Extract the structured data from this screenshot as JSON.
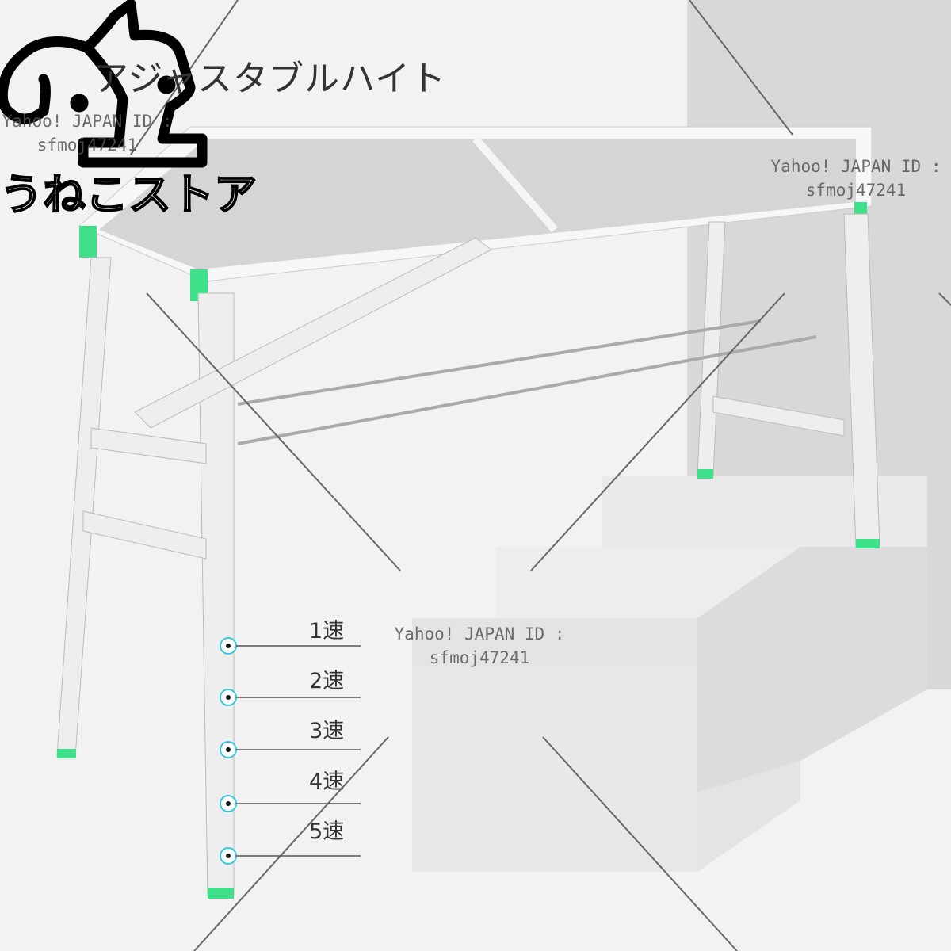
{
  "header": {
    "title": "アジャスタブルハイト"
  },
  "logo": {
    "text": "うねこストア"
  },
  "watermarks": [
    {
      "line1": "Yahoo! JAPAN ID :",
      "line2": "sfmoj47241"
    },
    {
      "line1": "Yahoo! JAPAN ID :",
      "line2": "sfmoj47241"
    },
    {
      "line1": "Yahoo! JAPAN ID :",
      "line2": "sfmoj47241"
    }
  ],
  "speeds": [
    "1速",
    "2速",
    "3速",
    "4速",
    "5速"
  ],
  "colors": {
    "accent": "#3ee08a",
    "marker": "#35c7e0",
    "wall": "#d6d6d6",
    "steps": "#e6e6e6"
  }
}
